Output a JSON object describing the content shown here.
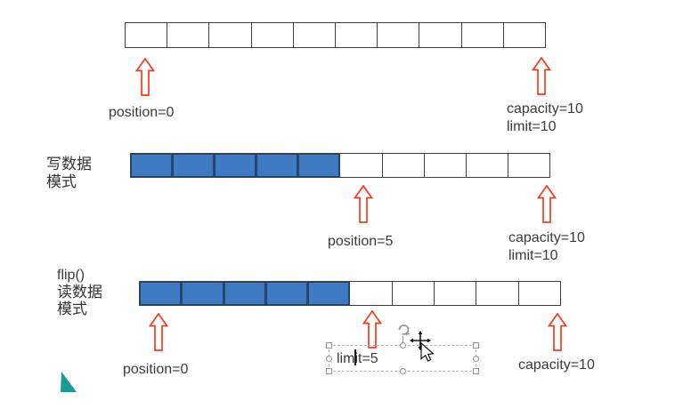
{
  "colors": {
    "cell_fill_blue": "#3E7AC2",
    "cell_border": "#3E3E3E",
    "filled_cell_border": "#24456D",
    "arrow_red": "#F43B1F",
    "label_text": "#3A3A3A",
    "selection_gray": "#949494",
    "corner_teal": "#1A9A90"
  },
  "rows": {
    "initial": {
      "cells_total": 10,
      "cells_filled": 0,
      "position_label": "position=0",
      "capacity_label": "capacity=10",
      "limit_label": "limit=10"
    },
    "write": {
      "mode_line1": "写数据",
      "mode_line2": "模式",
      "cells_total": 10,
      "cells_filled": 5,
      "position_label": "position=5",
      "capacity_label": "capacity=10",
      "limit_label": "limit=10"
    },
    "read": {
      "mode_line1": "flip()",
      "mode_line2": "读数据",
      "mode_line3": "模式",
      "cells_total": 10,
      "cells_filled": 5,
      "position_label": "position=0",
      "limit_textbox_text": "limit=5",
      "capacity_label": "capacity=10"
    }
  }
}
